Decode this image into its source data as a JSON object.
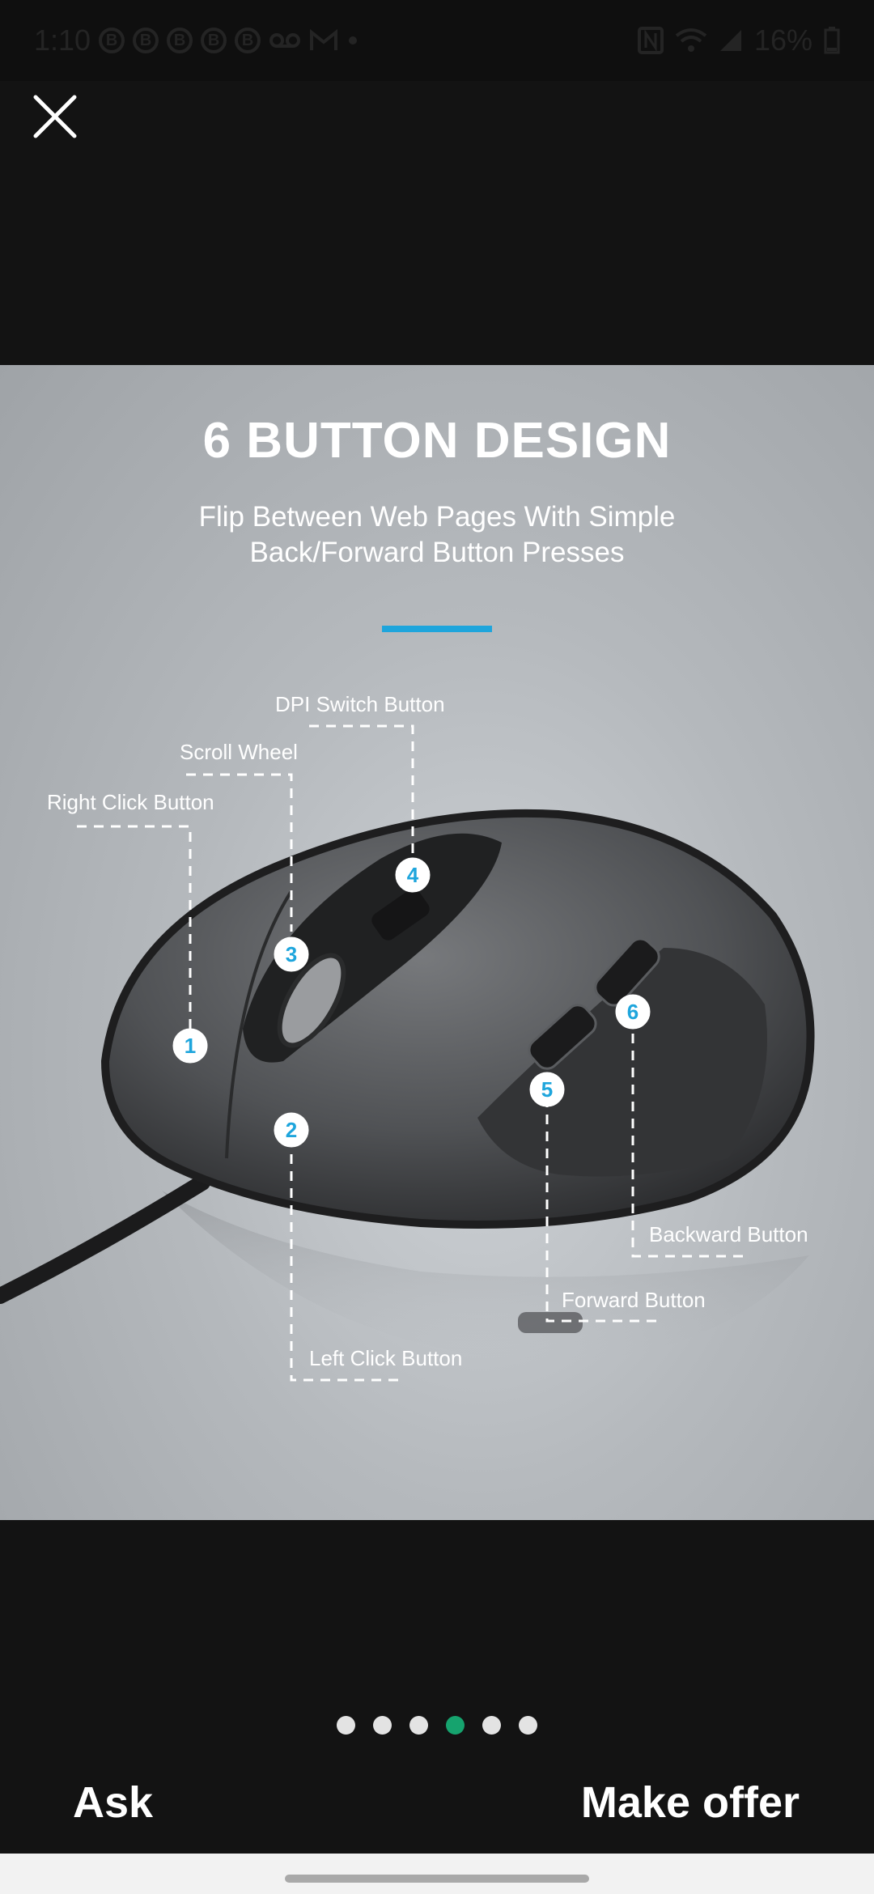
{
  "status_bar": {
    "time": "1:10",
    "battery": "16%",
    "icons": [
      "b-notification-icon",
      "b-notification-icon",
      "b-notification-icon",
      "b-notification-icon",
      "b-notification-icon",
      "voicemail-icon",
      "gmail-icon",
      "dot-icon",
      "nfc-icon",
      "wifi-icon",
      "signal-icon",
      "battery-icon"
    ]
  },
  "close_icon": "close-icon",
  "product_image": {
    "title": "6 BUTTON DESIGN",
    "subtitle_line1": "Flip Between Web Pages With Simple",
    "subtitle_line2": "Back/Forward Button Presses",
    "accent_color": "#1ea5dc",
    "callouts": [
      {
        "number": "1",
        "label": "Right Click Button"
      },
      {
        "number": "2",
        "label": "Left Click Button"
      },
      {
        "number": "3",
        "label": "Scroll Wheel"
      },
      {
        "number": "4",
        "label": "DPI Switch Button"
      },
      {
        "number": "5",
        "label": "Forward Button"
      },
      {
        "number": "6",
        "label": "Backward Button"
      }
    ]
  },
  "carousel": {
    "count": 6,
    "active_index": 3,
    "active_color": "#16a36e"
  },
  "actions": {
    "ask_label": "Ask",
    "offer_label": "Make offer"
  }
}
